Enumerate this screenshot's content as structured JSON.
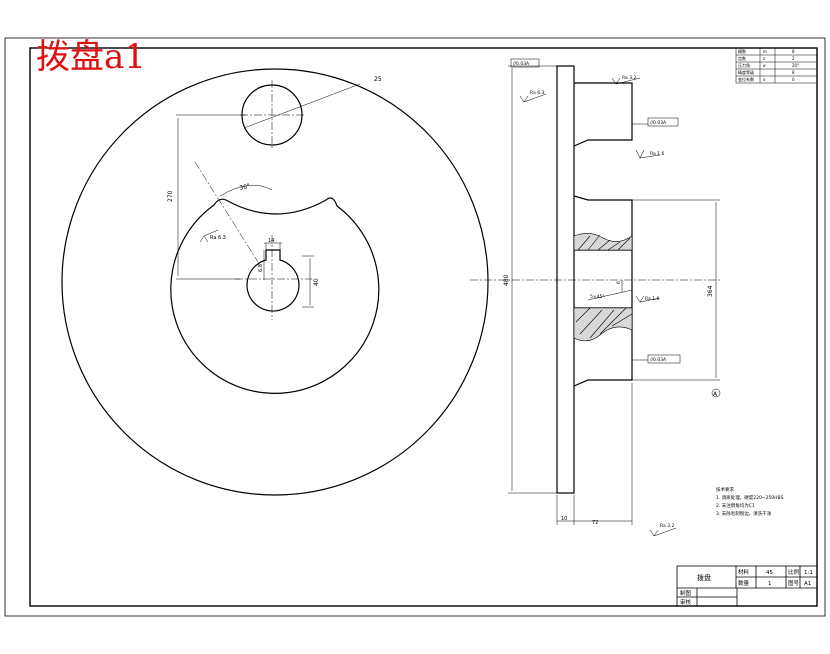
{
  "title": "拨盘a1",
  "front_view": {
    "dim_radius_top": "25",
    "dim_vertical": "270",
    "dim_angle": "36°",
    "dim_bore": "40",
    "dim_keyway_width": "14",
    "dim_keyway_depth": "6.8",
    "roughness_keyway": "Ra 6.3"
  },
  "side_view": {
    "dim_outer_diameter": "480",
    "dim_hub_height": "364",
    "dim_flange_thickness": "10",
    "dim_hub_length": "72",
    "dim_small_gap": "6",
    "chamfer": "5×45°",
    "roughness_1": "Ra 6.3",
    "roughness_2": "Ra 3.2",
    "roughness_3": "Ra 1.6",
    "roughness_4": "Ra 1.6",
    "roughness_5": "Ra 3.2",
    "tolerance_1": "//0.03A",
    "tolerance_2": "//0.03A",
    "tolerance_3": "//0.03A",
    "datum_label": "A"
  },
  "tech_notes": {
    "heading": "技术要求",
    "lines": [
      "1. 调质处理，硬度220~250HBS",
      "2. 未注倒角均为C1",
      "3. 去除毛刺锐边，清洗干净"
    ]
  },
  "corner_table": [
    [
      "模数",
      "m",
      "8"
    ],
    [
      "齿数",
      "z",
      "2"
    ],
    [
      "压力角",
      "α",
      "20°"
    ],
    [
      "精度等级",
      "",
      "8"
    ],
    [
      "变位系数",
      "x",
      "0"
    ]
  ],
  "title_block": {
    "part_name": "拨盘",
    "material_label": "材料",
    "material_value": "45",
    "scale_label": "比例",
    "scale_value": "1:1",
    "quantity_label": "数量",
    "quantity_value": "1",
    "drawing_no_label": "图号",
    "drawing_no_value": "A1",
    "drawn_by": "制图",
    "checked_by": "审核"
  }
}
